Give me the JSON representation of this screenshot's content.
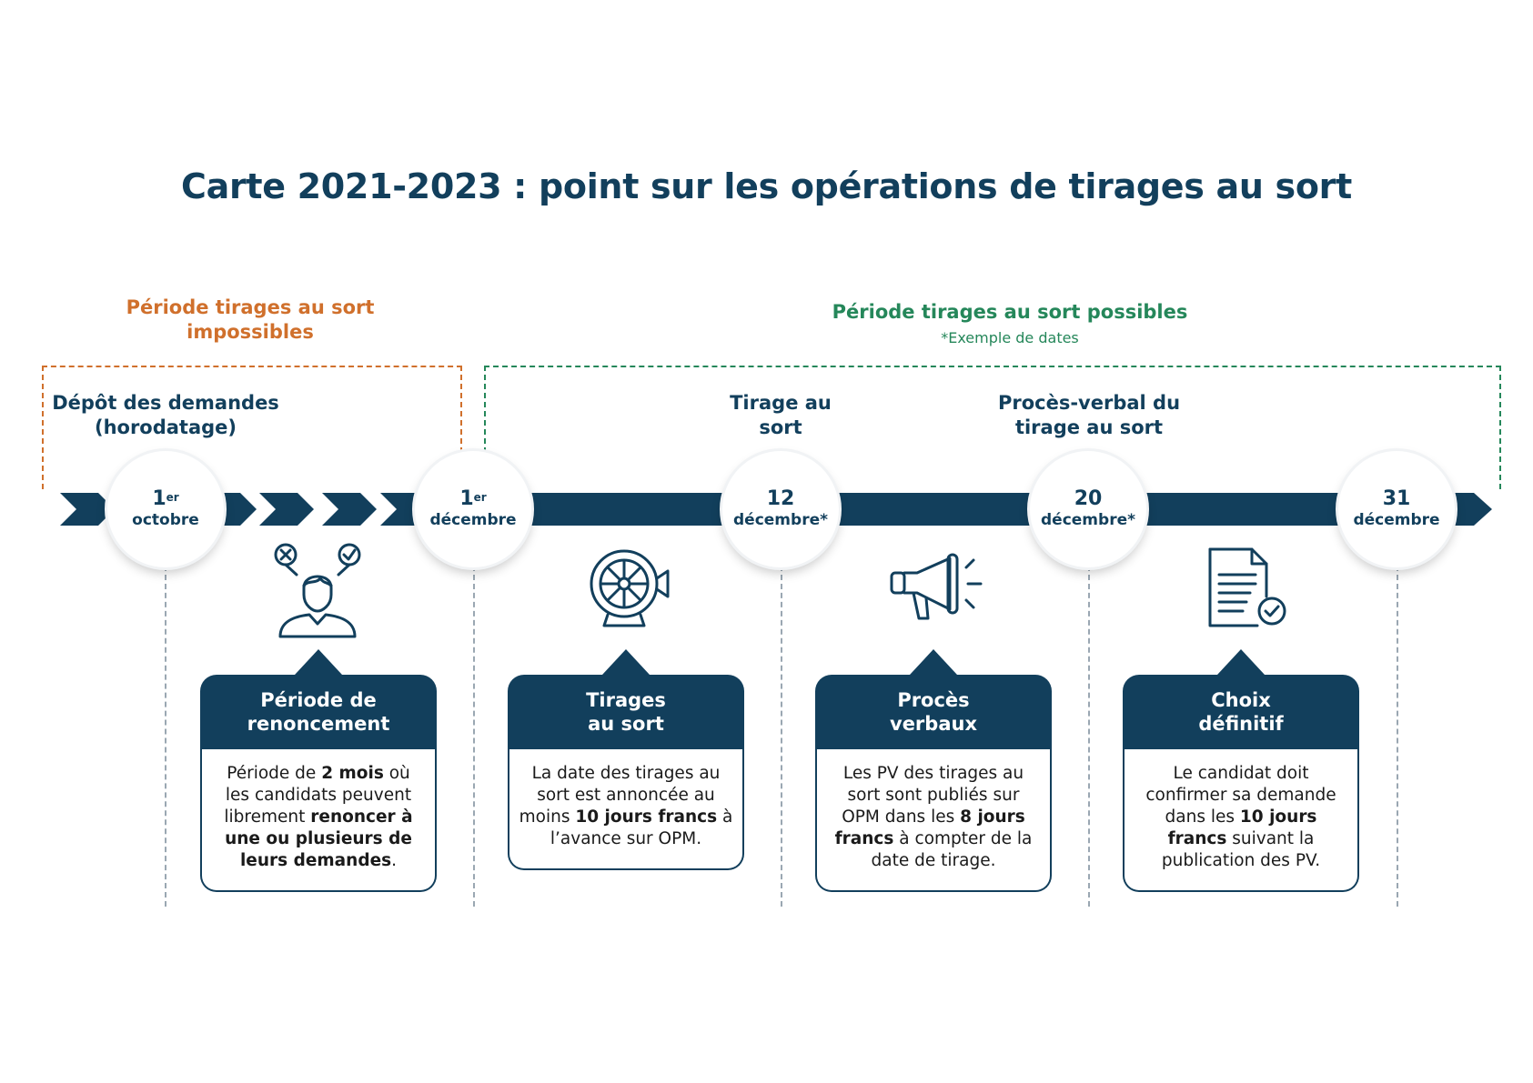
{
  "title": "Carte 2021-2023 : point sur les opérations de tirages au sort",
  "periods": {
    "impossible": {
      "line1": "Période tirages au sort",
      "line2": "impossibles",
      "color": "#d0702c"
    },
    "possible": {
      "label": "Période tirages au sort possibles",
      "note": "*Exemple de dates",
      "color": "#25875a"
    }
  },
  "events": [
    {
      "line1": "Dépôt des demandes",
      "line2": "(horodatage)"
    },
    {
      "line1": "Tirage au",
      "line2": "sort"
    },
    {
      "line1": "Procès-verbal du",
      "line2": "tirage au sort"
    }
  ],
  "dates": [
    {
      "day": "1",
      "sup": "er",
      "month": "octobre"
    },
    {
      "day": "1",
      "sup": "er",
      "month": "décembre"
    },
    {
      "day": "12",
      "sup": "",
      "month": "décembre*"
    },
    {
      "day": "20",
      "sup": "",
      "month": "décembre*"
    },
    {
      "day": "31",
      "sup": "",
      "month": "décembre"
    }
  ],
  "cards": [
    {
      "icon": "person-choice-icon",
      "title1": "Période de",
      "title2": "renoncement",
      "body": [
        [
          {
            "t": "Période de "
          },
          {
            "t": "2 mois",
            "b": true
          },
          {
            "t": " où"
          }
        ],
        [
          {
            "t": "les candidats peuvent"
          }
        ],
        [
          {
            "t": "librement "
          },
          {
            "t": "renoncer à",
            "b": true
          }
        ],
        [
          {
            "t": "une ou plusieurs de",
            "b": true
          }
        ],
        [
          {
            "t": "leurs demandes",
            "b": true
          },
          {
            "t": "."
          }
        ]
      ]
    },
    {
      "icon": "lottery-wheel-icon",
      "title1": "Tirages",
      "title2": "au sort",
      "body": [
        [
          {
            "t": "La date des tirages au"
          }
        ],
        [
          {
            "t": "sort est annoncée au"
          }
        ],
        [
          {
            "t": "moins "
          },
          {
            "t": "10 jours francs",
            "b": true
          },
          {
            "t": " à"
          }
        ],
        [
          {
            "t": "l’avance sur OPM."
          }
        ]
      ]
    },
    {
      "icon": "megaphone-icon",
      "title1": "Procès",
      "title2": "verbaux",
      "body": [
        [
          {
            "t": "Les PV des tirages au"
          }
        ],
        [
          {
            "t": "sort sont publiés sur"
          }
        ],
        [
          {
            "t": "OPM dans les "
          },
          {
            "t": "8 jours",
            "b": true
          }
        ],
        [
          {
            "t": "francs",
            "b": true
          },
          {
            "t": " à compter de la"
          }
        ],
        [
          {
            "t": "date de tirage."
          }
        ]
      ]
    },
    {
      "icon": "document-check-icon",
      "title1": "Choix",
      "title2": "définitif",
      "body": [
        [
          {
            "t": "Le candidat doit"
          }
        ],
        [
          {
            "t": "confirmer sa demande"
          }
        ],
        [
          {
            "t": "dans les  "
          },
          {
            "t": "10 jours",
            "b": true
          }
        ],
        [
          {
            "t": "francs",
            "b": true
          },
          {
            "t": " suivant la"
          }
        ],
        [
          {
            "t": "publication des PV."
          }
        ]
      ]
    }
  ],
  "colors": {
    "navy": "#123f5c",
    "orange": "#d0702c",
    "green": "#25875a"
  }
}
